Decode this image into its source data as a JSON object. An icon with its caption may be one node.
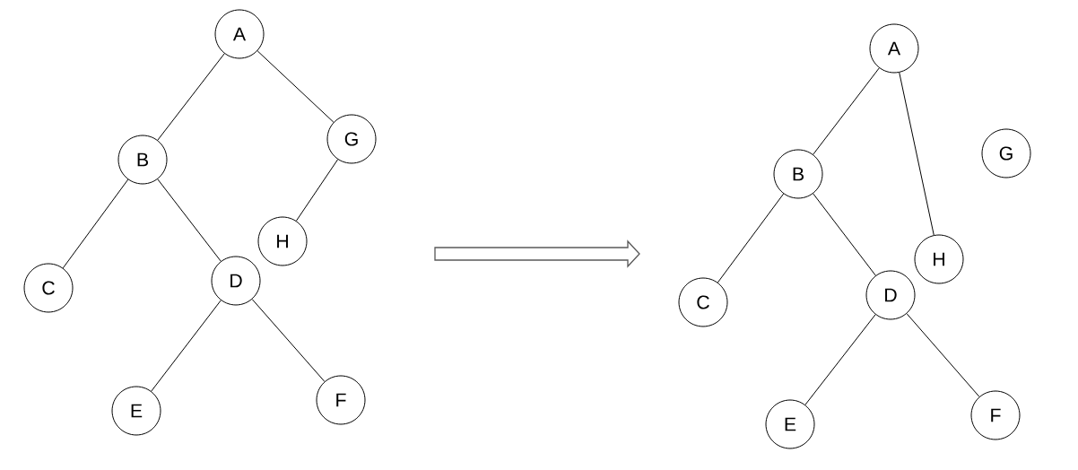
{
  "diagram": {
    "nodes": [
      {
        "text": [
          "A"
        ]
      },
      {
        "text": [
          "B"
        ]
      },
      {
        "text": [
          "C"
        ]
      },
      {
        "text": [
          "D"
        ]
      },
      {
        "text": [
          "E"
        ]
      },
      {
        "text": [
          "F"
        ]
      },
      {
        "text": [
          "G"
        ]
      },
      {
        "text": [
          "H"
        ]
      },
      {
        "text": [
          "A"
        ]
      },
      {
        "text": [
          "B"
        ]
      },
      {
        "text": [
          "C"
        ]
      },
      {
        "text": [
          "D"
        ]
      },
      {
        "text": [
          "E"
        ]
      },
      {
        "text": [
          "F"
        ]
      },
      {
        "text": [
          "G"
        ]
      },
      {
        "text": [
          "H"
        ]
      }
    ],
    "edges": [
      {
        "from": 0,
        "to": 1,
        "arrow": "none"
      },
      {
        "from": 0,
        "to": 6,
        "arrow": "none"
      },
      {
        "from": 1,
        "to": 2,
        "arrow": "none"
      },
      {
        "from": 1,
        "to": 3,
        "arrow": "none"
      },
      {
        "from": 6,
        "to": 7,
        "arrow": "none"
      },
      {
        "from": 3,
        "to": 4,
        "arrow": "none"
      },
      {
        "from": 3,
        "to": 5,
        "arrow": "none"
      },
      {
        "from": 8,
        "to": 9,
        "arrow": "none"
      },
      {
        "from": 8,
        "to": 15,
        "arrow": "none"
      },
      {
        "from": 9,
        "to": 10,
        "arrow": "none"
      },
      {
        "from": 9,
        "to": 11,
        "arrow": "none"
      },
      {
        "from": 11,
        "to": 12,
        "arrow": "none"
      },
      {
        "from": 11,
        "to": 13,
        "arrow": "none"
      }
    ]
  }
}
